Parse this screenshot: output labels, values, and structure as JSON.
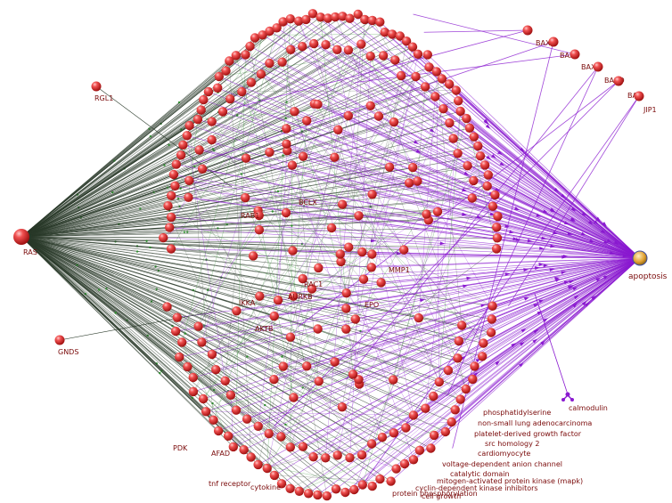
{
  "hubs": {
    "left": {
      "label": "RAS"
    },
    "right": {
      "label": "apoptosis"
    },
    "calmodulin": {
      "label": "calmodulin"
    }
  },
  "outliers": {
    "rgl1": {
      "label": "RGL1"
    },
    "gnds": {
      "label": "GNDS"
    }
  },
  "upper_right": {
    "baxa": {
      "label": "BAXA"
    },
    "baxb": {
      "label": "BAXB"
    },
    "baxc": {
      "label": "BAXC"
    },
    "baxd": {
      "label": "BAXD"
    },
    "bax": {
      "label": "BAX"
    },
    "jip1": {
      "label": "JIP1"
    }
  },
  "inner_labels": {
    "bclx": {
      "label": "BCLX"
    },
    "aurkb": {
      "label": "AURKB"
    },
    "epo": {
      "label": "EPO"
    },
    "mmp1": {
      "label": "MMP1"
    },
    "rac1": {
      "label": "RAC1"
    },
    "rab1": {
      "label": "RAB1"
    },
    "afad": {
      "label": "AFAD"
    },
    "pdk": {
      "label": "PDK"
    },
    "ikka": {
      "label": "IKKA"
    },
    "aktb": {
      "label": "AKTB"
    }
  },
  "legend_terms": [
    "phosphatidylserine",
    "non-small lung adenocarcinoma",
    "platelet-derived growth factor",
    "src homology 2",
    "cardiomyocyte",
    "voltage-dependent anion channel",
    "catalytic domain",
    "mitogen-activated protein kinase (mapk)",
    "cyclin-dependent kinase inhibitors",
    "protein phosphorylation",
    "cell growth"
  ],
  "bottom_labels": {
    "tnf_receptor": {
      "label": "tnf receptor"
    },
    "cytokine": {
      "label": "cytokine"
    }
  },
  "colors": {
    "node": "#e03030",
    "node_highlight": "#ffb0b0",
    "label": "#7a0a0a",
    "edge_left": "#2a3a2a",
    "edge_right": "#8a1ad0",
    "edge_green": "#2f8f2f"
  }
}
